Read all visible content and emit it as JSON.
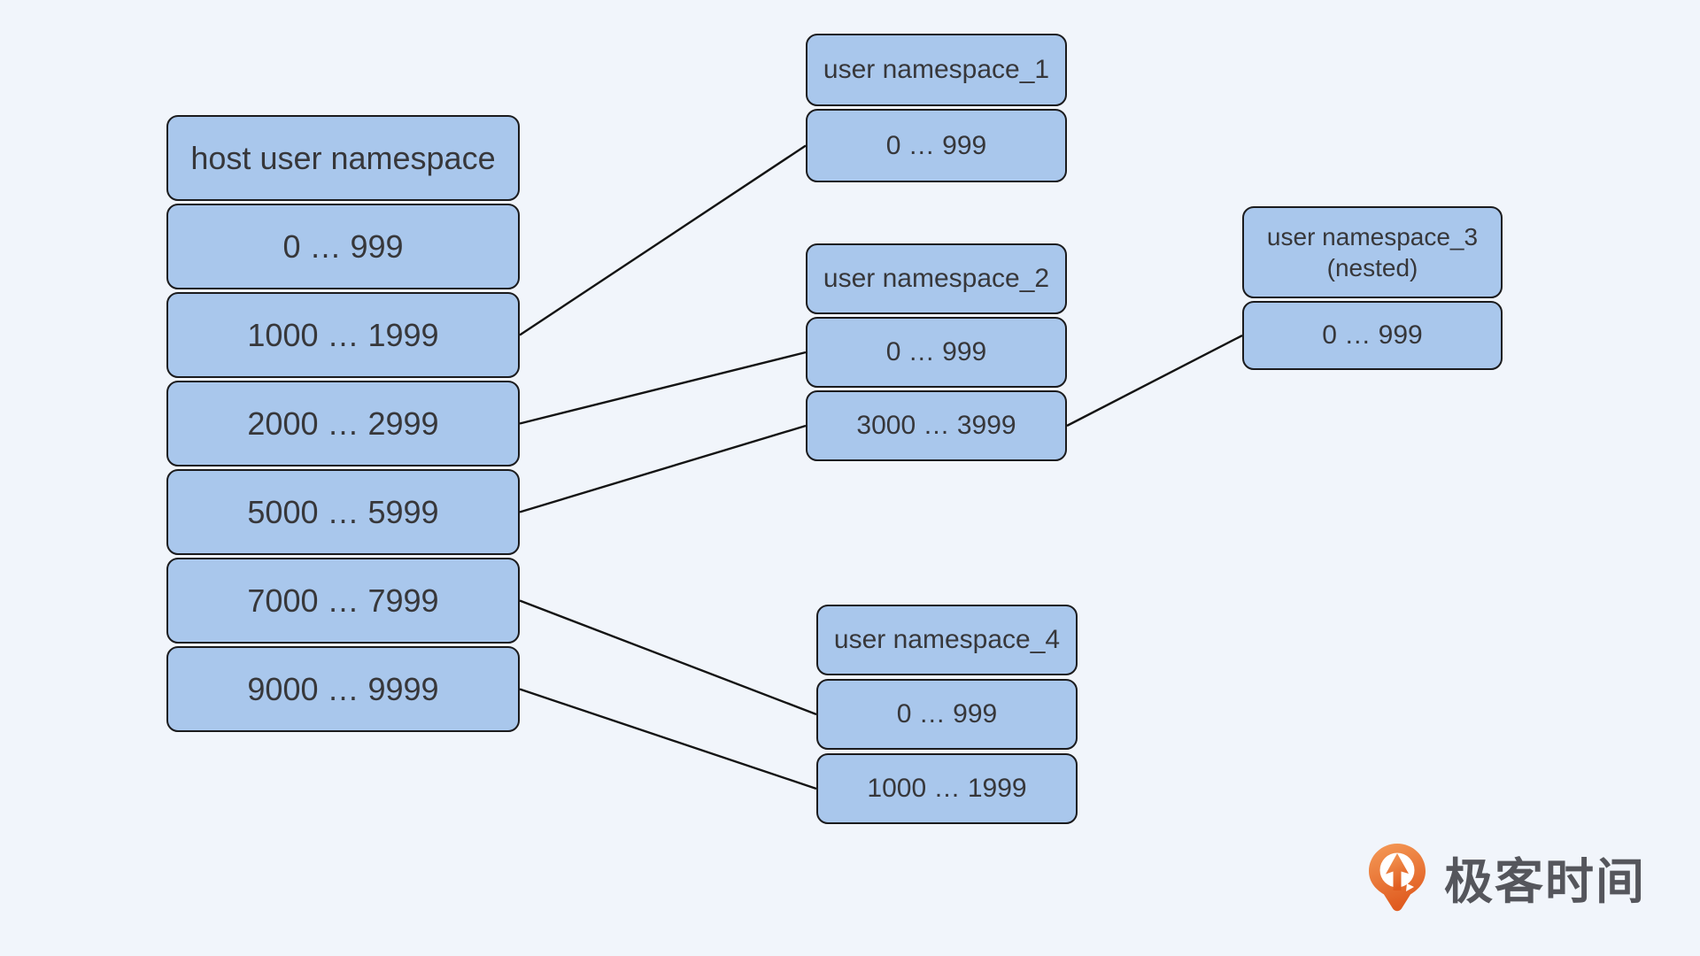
{
  "colors": {
    "background": "#f1f5fb",
    "node_fill": "#a9c7ec",
    "node_border": "#1b1b1d",
    "node_text": "#37373a",
    "connector": "#141414",
    "logo_text_color": "#55565c",
    "logo_orange": "#e8682d"
  },
  "diagram": {
    "groups": [
      {
        "id": "host",
        "title": "host user namespace",
        "rows": [
          {
            "id": "host-0",
            "label": "0 … 999"
          },
          {
            "id": "host-1000",
            "label": "1000 … 1999"
          },
          {
            "id": "host-2000",
            "label": "2000 … 2999"
          },
          {
            "id": "host-5000",
            "label": "5000 … 5999"
          },
          {
            "id": "host-7000",
            "label": "7000 … 7999"
          },
          {
            "id": "host-9000",
            "label": "9000 … 9999"
          }
        ]
      },
      {
        "id": "ns1",
        "title": "user namespace_1",
        "rows": [
          {
            "id": "ns1-0",
            "label": "0 … 999"
          }
        ]
      },
      {
        "id": "ns2",
        "title": "user namespace_2",
        "rows": [
          {
            "id": "ns2-0",
            "label": "0 … 999"
          },
          {
            "id": "ns2-3000",
            "label": "3000 … 3999"
          }
        ]
      },
      {
        "id": "ns3",
        "title": "user namespace_3",
        "subtitle": "(nested)",
        "rows": [
          {
            "id": "ns3-0",
            "label": "0 … 999"
          }
        ]
      },
      {
        "id": "ns4",
        "title": "user namespace_4",
        "rows": [
          {
            "id": "ns4-0",
            "label": "0 … 999"
          },
          {
            "id": "ns4-1000",
            "label": "1000 … 1999"
          }
        ]
      }
    ],
    "connections": [
      {
        "from": "host-1000",
        "to": "ns1-0"
      },
      {
        "from": "host-2000",
        "to": "ns2-0"
      },
      {
        "from": "host-5000",
        "to": "ns2-3000"
      },
      {
        "from": "ns2-3000",
        "to": "ns3-0"
      },
      {
        "from": "host-7000",
        "to": "ns4-0"
      },
      {
        "from": "host-9000",
        "to": "ns4-1000"
      }
    ]
  },
  "logo": {
    "text": "极客时间",
    "icon": "geektime-pin-icon"
  }
}
